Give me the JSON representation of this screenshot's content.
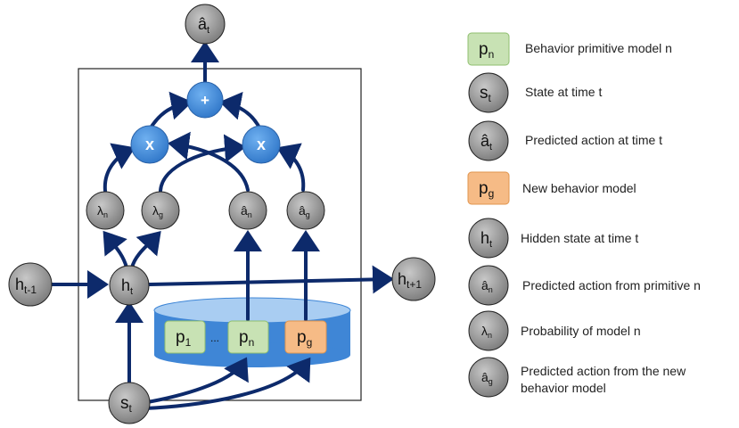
{
  "diagram": {
    "nodes": {
      "a_hat_t": {
        "base": "â",
        "sub": "t"
      },
      "plus": {
        "label": "+"
      },
      "mult_left": {
        "label": "x"
      },
      "mult_right": {
        "label": "x"
      },
      "lambda_n": {
        "base": "λ",
        "sub": "n"
      },
      "lambda_g": {
        "base": "λ",
        "sub": "g"
      },
      "a_hat_n": {
        "base": "â",
        "sub": "n"
      },
      "a_hat_g": {
        "base": "â",
        "sub": "g"
      },
      "h_t": {
        "base": "h",
        "sub": "t"
      },
      "h_prev": {
        "base": "h",
        "sub": "t-1"
      },
      "h_next": {
        "base": "h",
        "sub": "t+1"
      },
      "s_t": {
        "base": "s",
        "sub": "t"
      }
    },
    "primitives": {
      "p1": {
        "base": "p",
        "sub": "1"
      },
      "ellipsis": "...",
      "pn": {
        "base": "p",
        "sub": "n"
      },
      "pg": {
        "base": "p",
        "sub": "g"
      }
    }
  },
  "legend": [
    {
      "symbol_base": "p",
      "symbol_sub": "n",
      "shape": "green-box",
      "text": "Behavior primitive model n"
    },
    {
      "symbol_base": "s",
      "symbol_sub": "t",
      "shape": "gray-circle",
      "text": "State at time t"
    },
    {
      "symbol_base": "â",
      "symbol_sub": "t",
      "shape": "gray-circle",
      "text": "Predicted action at time t"
    },
    {
      "symbol_base": "p",
      "symbol_sub": "g",
      "shape": "orange-box",
      "text": "New behavior model"
    },
    {
      "symbol_base": "h",
      "symbol_sub": "t",
      "shape": "gray-circle",
      "text": "Hidden state at time t"
    },
    {
      "symbol_base": "â",
      "symbol_sub": "n",
      "shape": "gray-circle",
      "text": "Predicted action from primitive n"
    },
    {
      "symbol_base": "λ",
      "symbol_sub": "n",
      "shape": "gray-circle",
      "text": "Probability of model n"
    },
    {
      "symbol_base": "â",
      "symbol_sub": "g",
      "shape": "gray-circle",
      "text_line1": "Predicted action from the new",
      "text_line2": "behavior model"
    }
  ],
  "colors": {
    "arrow": "#0d2a6b",
    "blue_node": "#3a86d8",
    "gray_node": "#8a8a8a",
    "green_box": "#c8e2b4",
    "orange_box": "#f6bb86",
    "cylinder": "#4a8fdc"
  }
}
